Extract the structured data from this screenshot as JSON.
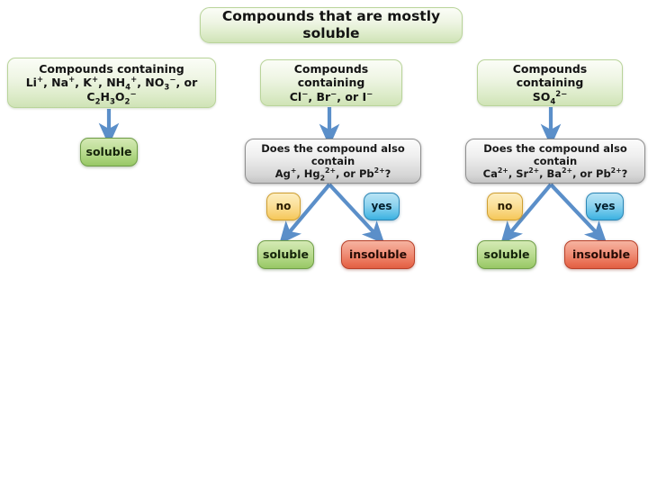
{
  "title": {
    "text": "Compounds that are mostly soluble"
  },
  "branches": [
    {
      "id": "branch-monatomic-cations-and-polyatomic",
      "header_line1": "Compounds containing",
      "header_line2_html": "Li<sup>+</sup>, Na<sup>+</sup>, K<sup>+</sup>, NH<sub>4</sub><sup>+</sup>, NO<sub>3</sub><sup>−</sup>, or C<sub>2</sub>H<sub>3</sub>O<sub>2</sub><sup>−</sup>",
      "header_plain": "Compounds containing Li+, Na+, K+, NH4+, NO3−, or C2H3O2−",
      "result": "soluble"
    },
    {
      "id": "branch-halides",
      "header_line1": "Compounds containing",
      "header_line2_html": "Cl<sup>−</sup>, Br<sup>−</sup>, or I<sup>−</sup>",
      "header_plain": "Compounds containing Cl−, Br−, or I−",
      "decision_line1": "Does the compound also contain",
      "decision_line2_html": "Ag<sup>+</sup>, Hg<sub>2</sub><sup>2+</sup>, or Pb<sup>2+</sup>?",
      "decision_plain": "Does the compound also contain Ag+, Hg2 2+, or Pb2+?",
      "no_label": "no",
      "yes_label": "yes",
      "no_result": "soluble",
      "yes_result": "insoluble"
    },
    {
      "id": "branch-sulfate",
      "header_line1": "Compounds containing",
      "header_line2_html": "SO<sub>4</sub><sup>2−</sup>",
      "header_plain": "Compounds containing SO4 2−",
      "decision_line1": "Does the compound also contain",
      "decision_line2_html": "Ca<sup>2+</sup>, Sr<sup>2+</sup>,  Ba<sup>2+</sup>, or Pb<sup>2+</sup>?",
      "decision_plain": "Does the compound also contain Ca2+, Sr2+, Ba2+, or Pb2+?",
      "no_label": "no",
      "yes_label": "yes",
      "no_result": "soluble",
      "yes_result": "insoluble"
    }
  ],
  "colors": {
    "pale_green": "#dcebc8",
    "green_result": "#a4cf74",
    "red_result": "#e86c50",
    "yellow_no": "#f7cf6e",
    "blue_yes": "#55bce6",
    "gray_decision": "#d6d6d6",
    "arrow_blue": "#5b8fc9"
  }
}
